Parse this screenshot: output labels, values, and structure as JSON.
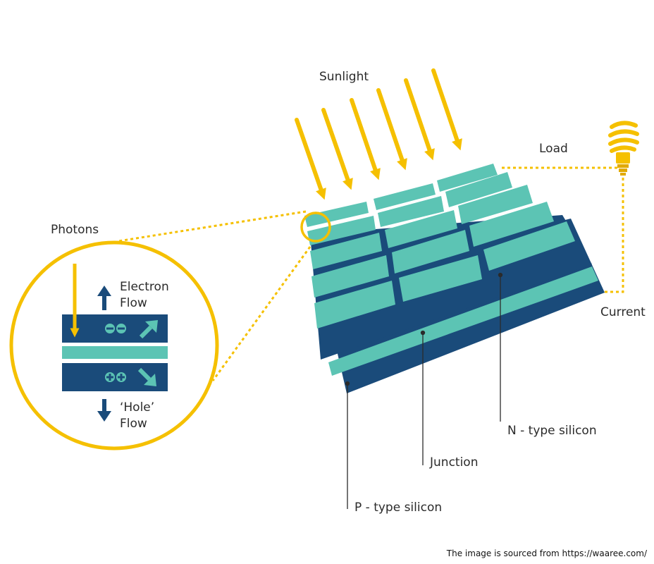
{
  "labels": {
    "sunlight": "Sunlight",
    "load": "Load",
    "current": "Current",
    "photons": "Photons",
    "electron_flow_line1": "Electron",
    "electron_flow_line2": "Flow",
    "hole_flow_line1": "‘Hole’",
    "hole_flow_line2": "Flow",
    "n_type": "N - type silicon",
    "junction": "Junction",
    "p_type": "P - type silicon"
  },
  "credit": "The image is sourced from https://waaree.com/",
  "colors": {
    "yellow": "#f5c000",
    "dark_blue": "#1a4b7a",
    "teal": "#5cc4b4",
    "text": "#2b2b2b"
  },
  "icons": {
    "bulb": "light-bulb-icon",
    "negative_charges": "minus-charge-icon",
    "positive_charges": "plus-charge-icon"
  }
}
